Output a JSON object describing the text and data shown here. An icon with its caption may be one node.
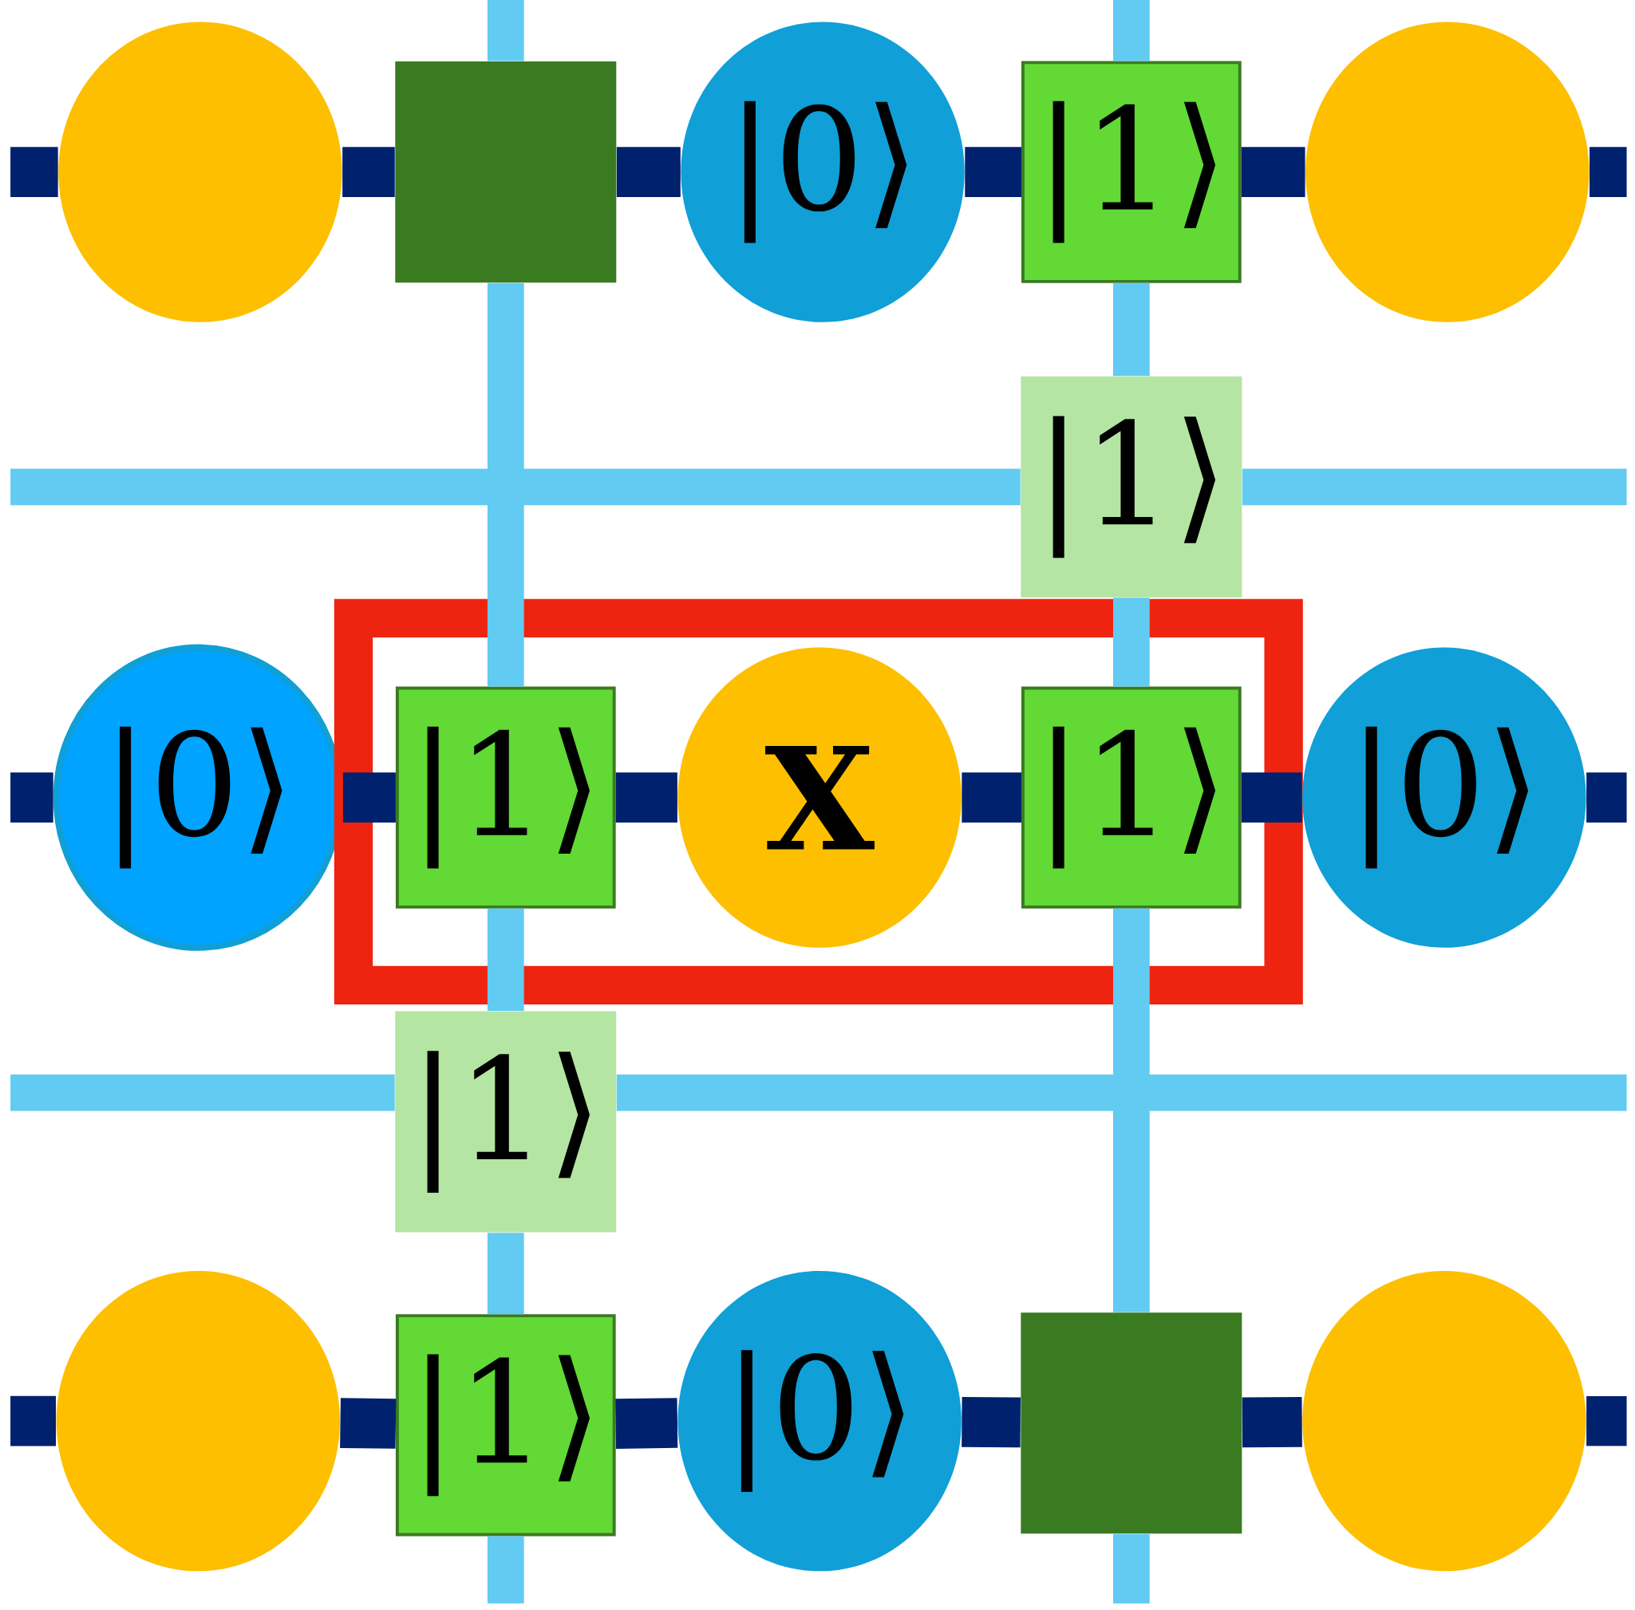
{
  "diagram": {
    "nodes": [
      {
        "text": [],
        "shape": "circle"
      },
      {
        "text": [],
        "shape": "box"
      },
      {
        "text": [
          "|0⟩"
        ]
      },
      {
        "text": [
          "|1⟩"
        ]
      },
      {
        "text": [],
        "shape": "circle"
      },
      {
        "text": [
          "|1⟩"
        ]
      },
      {
        "text": [
          "|0⟩"
        ]
      },
      {
        "text": [],
        "shape": "box"
      },
      {
        "text": [
          "|1⟩"
        ],
        "in": 7
      },
      {
        "text": [
          "X"
        ],
        "in": 7
      },
      {
        "text": [
          "|1⟩"
        ],
        "in": 7
      },
      {
        "text": [
          "|0⟩"
        ]
      },
      {
        "text": [
          "|1⟩"
        ]
      },
      {
        "text": [],
        "shape": "circle"
      },
      {
        "text": [
          "|1⟩"
        ]
      },
      {
        "text": [
          "|0⟩"
        ]
      },
      {
        "text": [],
        "shape": "box"
      },
      {
        "text": [],
        "shape": "circle"
      }
    ],
    "edges": [
      {
        "from": null,
        "to": 0,
        "arrow": "none"
      },
      {
        "from": 0,
        "to": 1,
        "arrow": "none"
      },
      {
        "from": 1,
        "to": 2,
        "arrow": "none"
      },
      {
        "from": 2,
        "to": 3,
        "arrow": "none"
      },
      {
        "from": 3,
        "to": 4,
        "arrow": "none"
      },
      {
        "from": 4,
        "to": null,
        "arrow": "none"
      },
      {
        "from": null,
        "to": 6,
        "arrow": "none"
      },
      {
        "from": 6,
        "to": 8,
        "arrow": "none"
      },
      {
        "from": 8,
        "to": 9,
        "arrow": "none"
      },
      {
        "from": 9,
        "to": 10,
        "arrow": "none"
      },
      {
        "from": 10,
        "to": 11,
        "arrow": "none"
      },
      {
        "from": 11,
        "to": null,
        "arrow": "none"
      },
      {
        "from": null,
        "to": 13,
        "arrow": "none"
      },
      {
        "from": 13,
        "to": 14,
        "arrow": "none"
      },
      {
        "from": 14,
        "to": 15,
        "arrow": "none"
      },
      {
        "from": 15,
        "to": 16,
        "arrow": "none"
      },
      {
        "from": 16,
        "to": 17,
        "arrow": "none"
      },
      {
        "from": 17,
        "to": null,
        "arrow": "none"
      },
      {
        "from": null,
        "to": 5,
        "arrow": "none",
        "color": "#62cbf2"
      },
      {
        "from": 5,
        "to": null,
        "arrow": "none",
        "color": "#62cbf2"
      },
      {
        "from": null,
        "to": 12,
        "arrow": "none",
        "color": "#62cbf2"
      },
      {
        "from": 12,
        "to": null,
        "arrow": "none",
        "color": "#62cbf2"
      },
      {
        "from": null,
        "to": 1,
        "arrow": "none",
        "color": "#62cbf2"
      },
      {
        "from": 1,
        "to": 8,
        "arrow": "none",
        "color": "#62cbf2"
      },
      {
        "from": 8,
        "to": 12,
        "arrow": "none",
        "color": "#62cbf2"
      },
      {
        "from": 12,
        "to": 14,
        "arrow": "none",
        "color": "#62cbf2"
      },
      {
        "from": 14,
        "to": null,
        "arrow": "none",
        "color": "#62cbf2"
      },
      {
        "from": null,
        "to": 3,
        "arrow": "none",
        "color": "#62cbf2"
      },
      {
        "from": 3,
        "to": 5,
        "arrow": "none",
        "color": "#62cbf2"
      },
      {
        "from": 5,
        "to": 10,
        "arrow": "none",
        "color": "#62cbf2"
      },
      {
        "from": 10,
        "to": 16,
        "arrow": "none",
        "color": "#62cbf2"
      },
      {
        "from": 16,
        "to": null,
        "arrow": "none",
        "color": "#62cbf2"
      }
    ]
  }
}
